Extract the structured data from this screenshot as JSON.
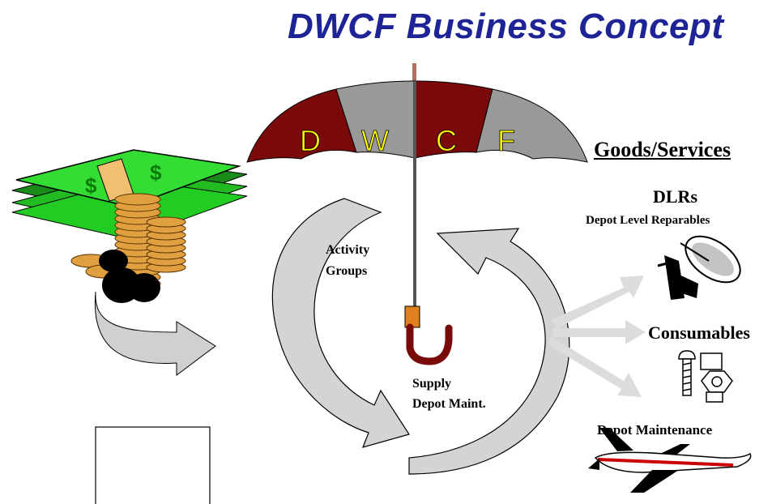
{
  "title": "DWCF Business Concept",
  "umbrella_letters": [
    "D",
    "W",
    "C",
    "F"
  ],
  "goods_heading": "Goods/Services",
  "items": {
    "dlrs": "DLRs",
    "dlrs_sub": "Depot Level Reparables",
    "consumables": "Consumables",
    "depot_maintenance": "Depot Maintenance"
  },
  "cycle": {
    "line1": "Activity",
    "line2": "Groups",
    "line3": "Supply",
    "line4": "Depot Maint."
  },
  "colors": {
    "title": "#1e2496",
    "umbrella_red": "#7a0a0a",
    "umbrella_gray": "#999999",
    "umbrella_letters": "#ffff00",
    "money_green": "#22cc22",
    "coin_gold": "#e0a040",
    "arrow_gray": "#d0d0d0",
    "plane_red": "#cc0000"
  }
}
